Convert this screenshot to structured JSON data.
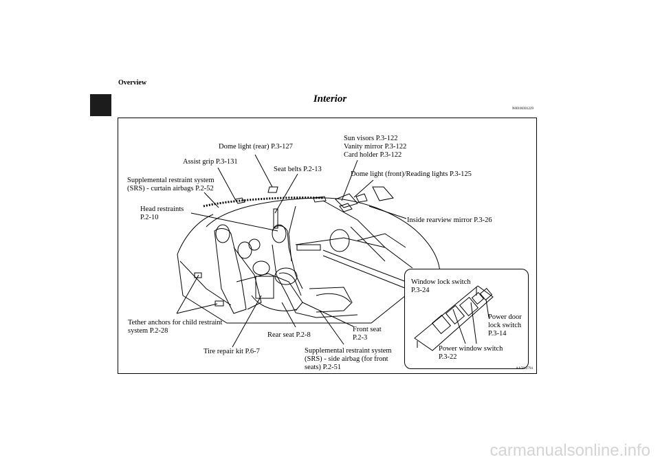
{
  "header": {
    "section": "Overview",
    "title": "Interior",
    "code": "N00100301229"
  },
  "figure_code": "AA5012794",
  "watermark": "carmanualsonline.info",
  "labels": {
    "dome_rear": "Dome light (rear) P.3-127",
    "sun_visors": [
      "Sun visors P.3-122",
      "Vanity mirror P.3-122",
      "Card holder P.3-122"
    ],
    "assist_grip": "Assist grip P.3-131",
    "seat_belts": "Seat belts P.2-13",
    "dome_front": "Dome light (front)/Reading lights P.3-125",
    "srs_curtain": [
      "Supplemental restraint system",
      "(SRS) - curtain airbags P.2-52"
    ],
    "head_restraints": [
      "Head restraints",
      "P.2-10"
    ],
    "rearview_mirror": "Inside rearview mirror P.3-26",
    "window_lock": [
      "Window lock switch",
      "P.3-24"
    ],
    "power_door_lock": [
      "Power door",
      "lock switch",
      "P.3-14"
    ],
    "tether_anchors": [
      "Tether anchors for child restraint",
      "system P.2-28"
    ],
    "front_seat": [
      "Front seat",
      "P.2-3"
    ],
    "rear_seat": "Rear seat P.2-8",
    "power_window": [
      "Power window switch",
      "P.3-22"
    ],
    "tire_repair": "Tire repair kit P.6-7",
    "srs_side": [
      "Supplemental restraint system",
      "(SRS) - side airbag (for front",
      "seats) P.2-51"
    ]
  }
}
